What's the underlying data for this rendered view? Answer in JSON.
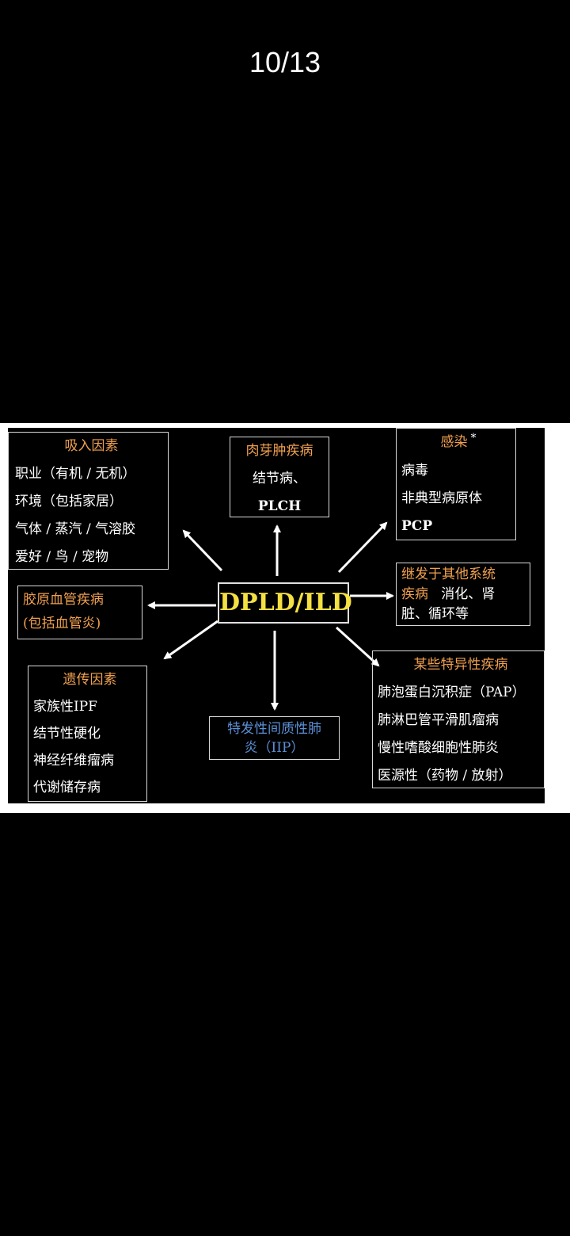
{
  "viewer": {
    "page_counter": "10/13"
  },
  "diagram": {
    "center": "DPLD/ILD",
    "inhalation": {
      "title": "吸入因素",
      "items": [
        "职业（有机 / 无机）",
        "环境（包括家居）",
        "气体 / 蒸汽 / 气溶胶",
        "爱好 / 鸟 / 宠物"
      ]
    },
    "granuloma": {
      "title": "肉芽肿疾病",
      "items": [
        "结节病、",
        "PLCH"
      ]
    },
    "infection": {
      "title": "感染",
      "mark": "*",
      "items": [
        "病毒",
        "非典型病原体",
        "PCP"
      ]
    },
    "collagen": {
      "title_line1": "胶原血管疾病",
      "title_line2": "(包括血管炎)"
    },
    "secondary": {
      "title": "继发于其他系统",
      "line2_title": "疾病",
      "line2_rest": "消化、肾",
      "line3": "脏、循环等"
    },
    "genetic": {
      "title": "遗传因素",
      "items": [
        "家族性IPF",
        "结节性硬化",
        "神经纤维瘤病",
        "代谢储存病"
      ]
    },
    "iip": {
      "line1": "特发性间质性肺",
      "line2": "炎（IIP）"
    },
    "specific": {
      "title": "某些特异性疾病",
      "items": [
        "肺泡蛋白沉积症（PAP）",
        "肺淋巴管平滑肌瘤病",
        "慢性嗜酸细胞性肺炎",
        "医源性（药物 / 放射）"
      ]
    }
  },
  "colors": {
    "background": "#000000",
    "title_orange": "#f0a050",
    "title_blue": "#5b8fd6",
    "center_yellow": "#f5e042"
  }
}
